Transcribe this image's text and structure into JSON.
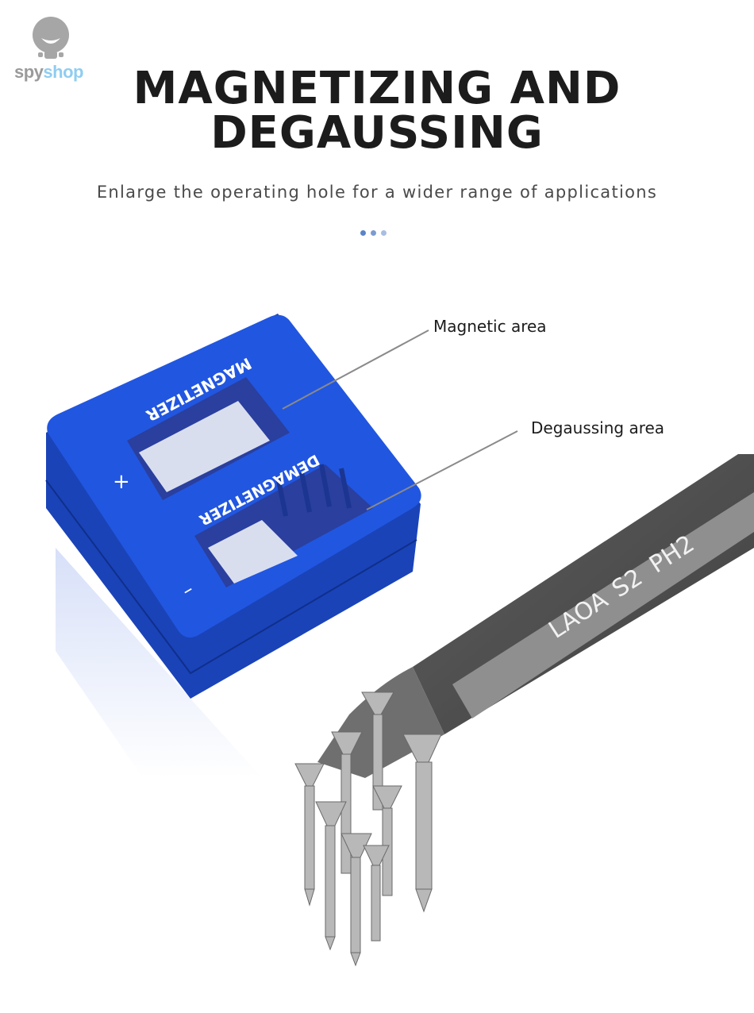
{
  "brand": {
    "logo_part1": "spy",
    "logo_part2": "shop",
    "logo_colors": {
      "spy": "#9a9a9a",
      "shop": "#8fcdf0"
    }
  },
  "header": {
    "title_line1": "MAGNETIZING AND",
    "title_line2": "DEGAUSSING",
    "subtitle": "Enlarge the operating hole for a wider range of applications"
  },
  "pagination_dots": [
    {
      "color": "#5b84c8"
    },
    {
      "color": "#7c9bd1"
    },
    {
      "color": "#a9bde3"
    }
  ],
  "product": {
    "body_color": "#1d4fd8",
    "magnetizer_text": "MAGNETIZER",
    "demagnetizer_text": "DEMAGNETIZER",
    "plus_sign": "+",
    "minus_sign": "–"
  },
  "callouts": [
    {
      "label": "Magnetic area"
    },
    {
      "label": "Degaussing area"
    }
  ],
  "screwdriver_bit": {
    "brand": "LAOA",
    "steel": "S2",
    "tip": "PH2"
  }
}
